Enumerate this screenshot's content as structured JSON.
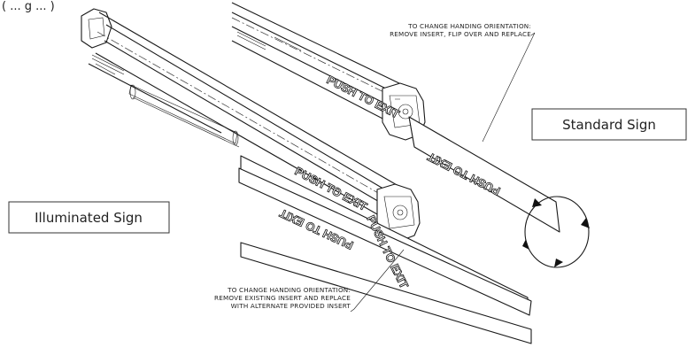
{
  "header": {
    "partial_text": "( ... g ... )"
  },
  "labels": {
    "standard_sign": "Standard Sign",
    "illuminated_sign": "Illuminated Sign"
  },
  "notes": {
    "top_line1": "TO CHANGE HANDING ORIENTATION:",
    "top_line2": "REMOVE INSERT, FLIP OVER AND REPLACE",
    "bottom_line1": "TO CHANGE HANDING ORIENTATION:",
    "bottom_line2": "REMOVE EXISTING INSERT AND REPLACE",
    "bottom_line3": "WITH ALTERNATE PROVIDED INSERT"
  },
  "signs": {
    "push_to_exit": "PUSH TO EXIT"
  }
}
